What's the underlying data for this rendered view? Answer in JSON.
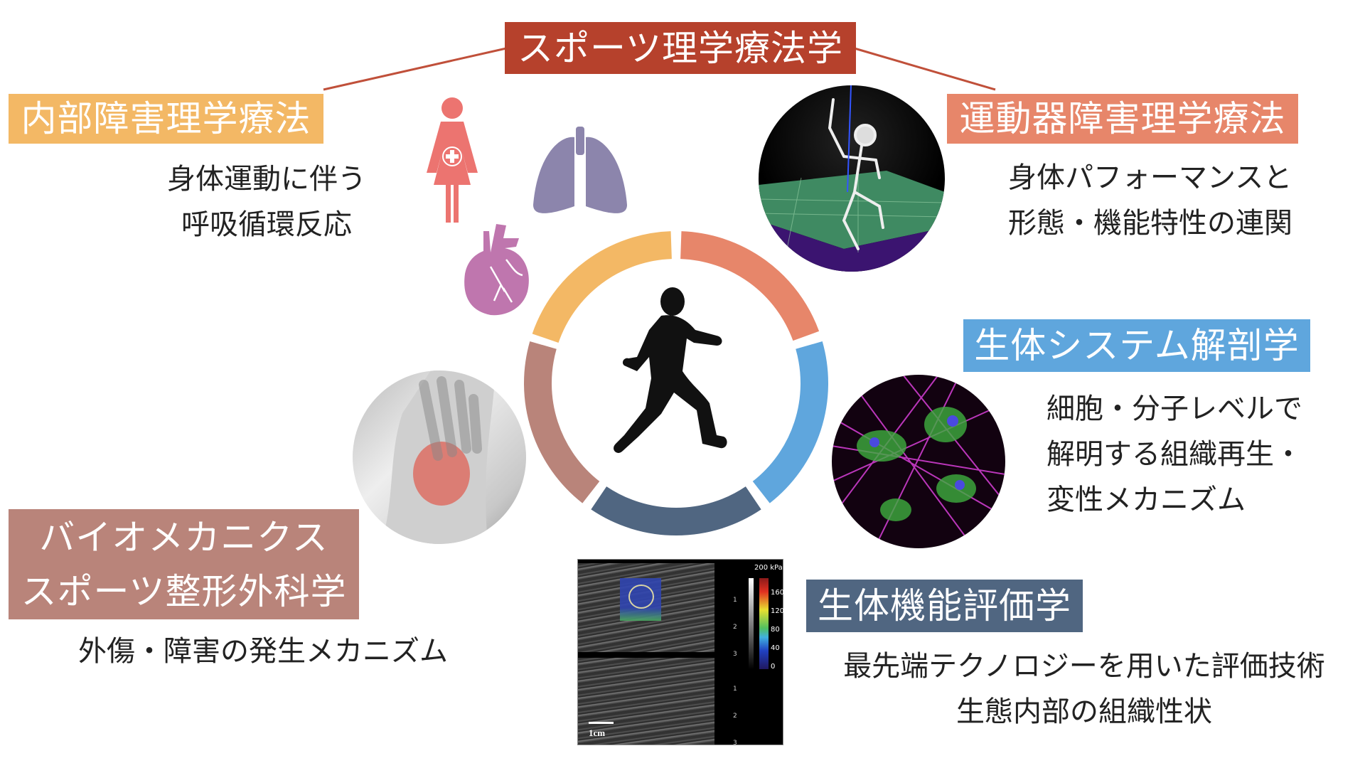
{
  "title": "スポーツ理学療法学",
  "sections": {
    "internal": {
      "label": "内部障害理学療法",
      "desc": [
        "身体運動に伴う",
        "呼吸循環反応"
      ],
      "color": "#f3b865"
    },
    "musculoskeletal": {
      "label": "運動器障害理学療法",
      "desc": [
        "身体パフォーマンスと",
        "形態・機能特性の連関"
      ],
      "color": "#e7866a"
    },
    "anatomy": {
      "label": "生体システム解剖学",
      "desc": [
        "細胞・分子レベルで",
        "解明する組織再生・",
        "変性メカニズム"
      ],
      "color": "#5fa6dd"
    },
    "evaluation": {
      "label": "生体機能評価学",
      "desc": [
        "最先端テクノロジーを用いた評価技術",
        "生態内部の組織性状"
      ],
      "color": "#506681"
    },
    "biomechanics": {
      "label": [
        "バイオメカニクス",
        "スポーツ整形外科学"
      ],
      "desc": [
        "外傷・障害の発生メカニズム"
      ],
      "color": "#b9847a"
    }
  },
  "title_color": "#b6412c",
  "ultrasound": {
    "scale_unit": "200 kPa",
    "scale_ticks": [
      "160",
      "120",
      "80",
      "40",
      "0"
    ],
    "depth_ticks": [
      "1",
      "2",
      "3"
    ],
    "scale_bar": "1cm"
  }
}
